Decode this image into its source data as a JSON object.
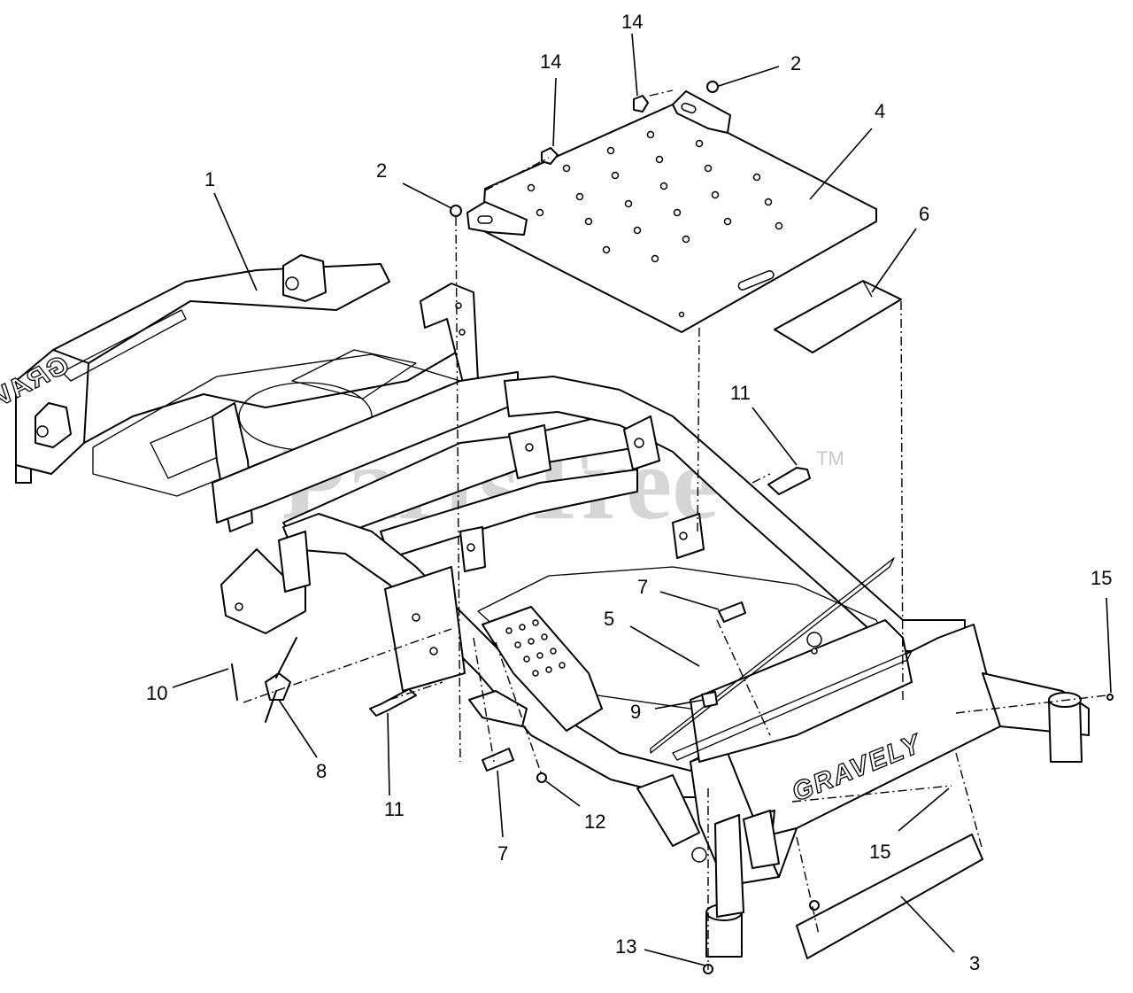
{
  "watermark": {
    "text": "PartsTree",
    "tm": "TM"
  },
  "branding": {
    "front_label": "GRAVELY",
    "rear_label": "GRAVELY"
  },
  "callouts": [
    {
      "id": "c1",
      "label": "1"
    },
    {
      "id": "c2a",
      "label": "2"
    },
    {
      "id": "c2b",
      "label": "2"
    },
    {
      "id": "c3",
      "label": "3"
    },
    {
      "id": "c4",
      "label": "4"
    },
    {
      "id": "c5",
      "label": "5"
    },
    {
      "id": "c6",
      "label": "6"
    },
    {
      "id": "c7a",
      "label": "7"
    },
    {
      "id": "c7b",
      "label": "7"
    },
    {
      "id": "c8",
      "label": "8"
    },
    {
      "id": "c9",
      "label": "9"
    },
    {
      "id": "c10",
      "label": "10"
    },
    {
      "id": "c11a",
      "label": "11"
    },
    {
      "id": "c11b",
      "label": "11"
    },
    {
      "id": "c12",
      "label": "12"
    },
    {
      "id": "c13",
      "label": "13"
    },
    {
      "id": "c14a",
      "label": "14"
    },
    {
      "id": "c14b",
      "label": "14"
    },
    {
      "id": "c15a",
      "label": "15"
    },
    {
      "id": "c15b",
      "label": "15"
    }
  ]
}
